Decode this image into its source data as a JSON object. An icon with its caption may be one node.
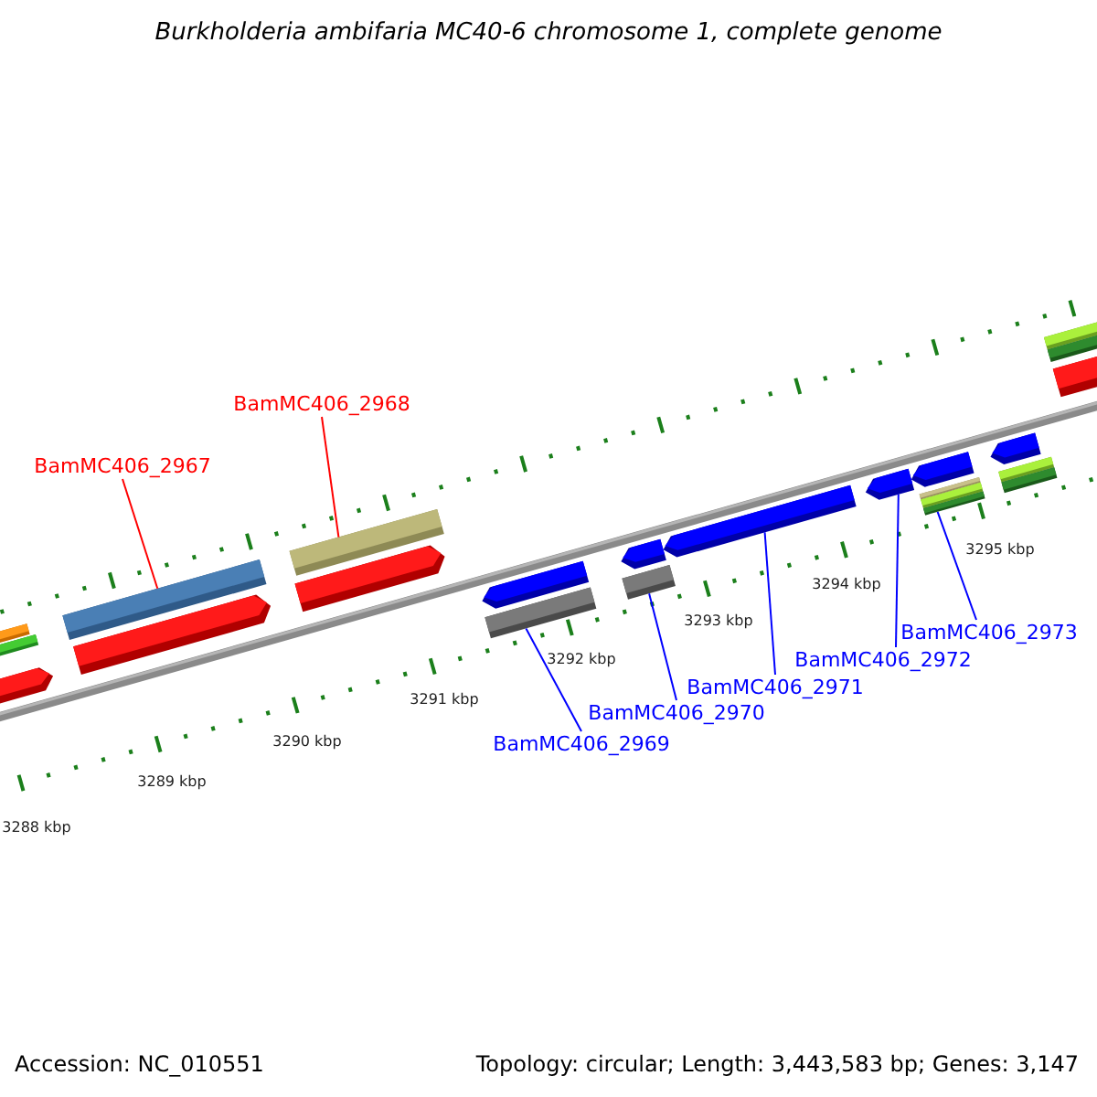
{
  "diagram": {
    "title": "Burkholderia ambifaria MC40-6 chromosome 1, complete genome",
    "nodes": [
      {
        "text": [
          "BamMC406_2967"
        ]
      },
      {
        "text": [],
        "shape": "bar"
      },
      {
        "text": [
          "BamMC406_2968"
        ]
      },
      {
        "text": [],
        "shape": "bar"
      },
      {
        "text": [
          "BamMC406_2969"
        ]
      },
      {
        "text": [],
        "shape": "bar"
      },
      {
        "text": [
          "BamMC406_2970"
        ]
      },
      {
        "text": [],
        "shape": "bar"
      },
      {
        "text": [
          "BamMC406_2971"
        ]
      },
      {
        "text": [],
        "shape": "bar"
      },
      {
        "text": [
          "BamMC406_2972"
        ]
      },
      {
        "text": [],
        "shape": "bar"
      },
      {
        "text": [
          "BamMC406_2973"
        ]
      },
      {
        "text": [],
        "shape": "bar"
      },
      {
        "text": [],
        "shape": "bar"
      },
      {
        "text": [],
        "shape": "bar"
      },
      {
        "text": [],
        "shape": "bar"
      },
      {
        "text": [],
        "shape": "bar"
      },
      {
        "text": [],
        "shape": "bar"
      },
      {
        "text": [],
        "shape": "bar"
      },
      {
        "text": [],
        "shape": "bar"
      },
      {
        "text": [],
        "shape": "bar"
      },
      {
        "text": [],
        "shape": "bar"
      },
      {
        "text": [],
        "shape": "bar"
      },
      {
        "text": [],
        "shape": "bar"
      },
      {
        "text": [],
        "shape": "bar"
      }
    ],
    "edges": [
      {
        "from": 0,
        "to": 1,
        "arrow": "none",
        "color": "#ff0000"
      },
      {
        "from": 2,
        "to": 3,
        "arrow": "none",
        "color": "#ff0000"
      },
      {
        "from": 4,
        "to": 5,
        "arrow": "none"
      },
      {
        "from": 6,
        "to": 7,
        "arrow": "none"
      },
      {
        "from": 8,
        "to": 9,
        "arrow": "none"
      },
      {
        "from": 10,
        "to": 11,
        "arrow": "none"
      },
      {
        "from": 12,
        "to": 13,
        "arrow": "none"
      }
    ],
    "labels": [
      "3295 kbp",
      "3294 kbp",
      "3293 kbp",
      "3292 kbp",
      "3291 kbp",
      "3290 kbp",
      "3289 kbp",
      "3288 kbp",
      "Accession: NC_010551",
      "Topology: circular; Length: 3,443,583 bp; Genes: 3,147"
    ]
  }
}
